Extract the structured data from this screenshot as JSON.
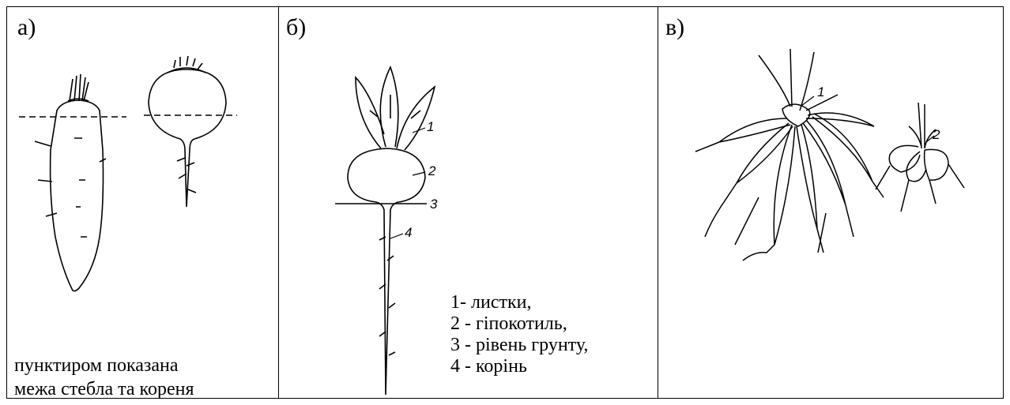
{
  "panels": {
    "a": {
      "label": "а)",
      "caption": [
        "пунктиром показана",
        "межа стебла та кореня"
      ]
    },
    "b": {
      "label": "б)",
      "markers": [
        "1",
        "2",
        "3",
        "4"
      ],
      "legend": [
        "1- листки,",
        "2 - гіпокотиль,",
        "3 - рівень грунту,",
        "4 - корінь"
      ]
    },
    "c": {
      "label": "в)",
      "markers": [
        "1",
        "2"
      ]
    }
  }
}
